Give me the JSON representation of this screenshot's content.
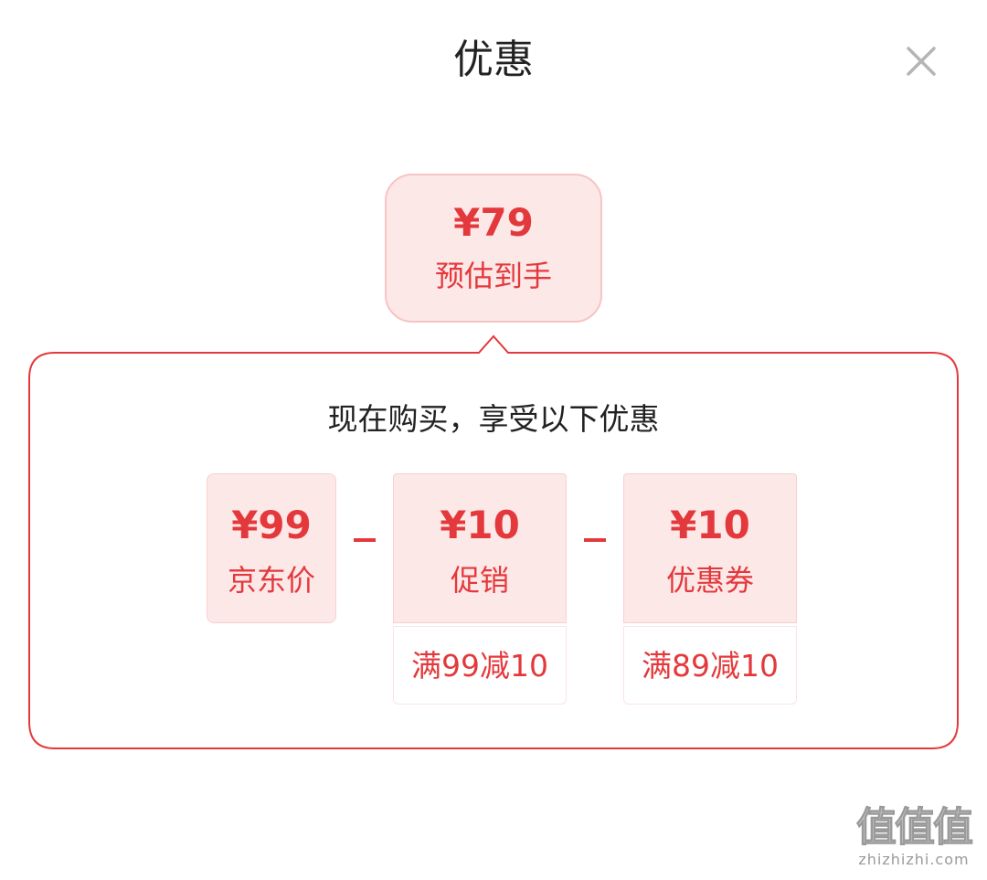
{
  "header": {
    "title": "优惠",
    "close_icon": "close-icon"
  },
  "summary": {
    "price": "¥79",
    "label": "预估到手"
  },
  "panel": {
    "heading": "现在购买，享受以下优惠",
    "border_color": "#e4393c"
  },
  "breakdown": {
    "jd_price": {
      "amount": "¥99",
      "label": "京东价"
    },
    "operator_1": "-",
    "promotion": {
      "amount": "¥10",
      "label": "促销",
      "rule": "满99减10"
    },
    "operator_2": "-",
    "coupon": {
      "amount": "¥10",
      "label": "优惠券",
      "rule": "满89减10"
    }
  },
  "colors": {
    "accent": "#e4393c",
    "tint": "#fde8e8",
    "text": "#222222"
  },
  "watermark": {
    "logo": "值值值",
    "domain": "zhizhizhi.com"
  }
}
